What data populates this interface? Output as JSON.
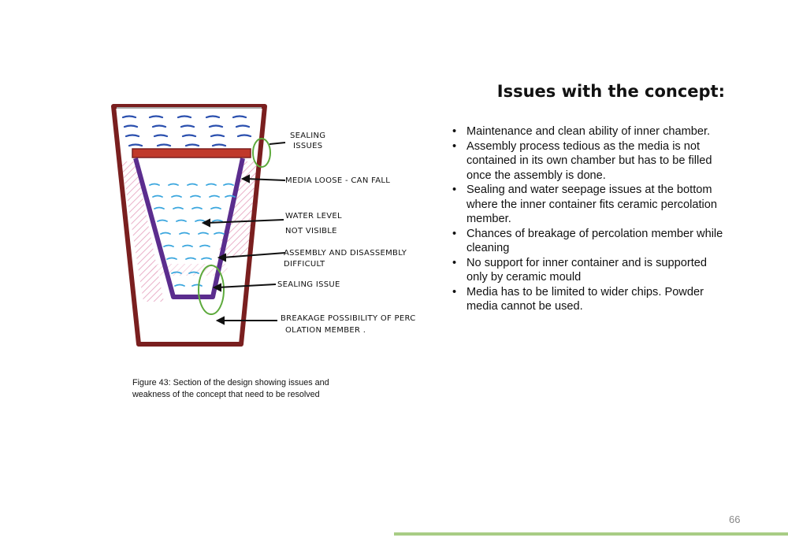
{
  "heading": "Issues with the concept:",
  "issues": [
    "Maintenance and clean ability of inner chamber.",
    "Assembly process tedious as the media is not contained in its own chamber but has to be filled once the assembly is done.",
    "Sealing and water seepage issues at the bottom where the inner container fits ceramic percolation member.",
    "Chances of breakage of percolation member while cleaning",
    "No support for inner container and is supported only by ceramic mould",
    "Media has to be limited to wider chips. Powder media cannot be used."
  ],
  "sketch_labels": {
    "sealing_issues_1": "SEALING",
    "sealing_issues_2": "ISSUES",
    "media_loose": "MEDIA LOOSE - CAN FALL",
    "water_level_1": "WATER LEVEL",
    "water_level_2": "NOT VISIBLE",
    "assembly_1": "ASSEMBLY AND DISASSEMBLY",
    "assembly_2": "DIFFICULT",
    "sealing_issue": "SEALING ISSUE",
    "breakage_1": "BREAKAGE POSSIBILITY OF PERC",
    "breakage_2": "OLATION MEMBER ."
  },
  "caption": "Figure 43: Section of the design showing issues and weakness of the concept that need to be resolved",
  "page_number": "66",
  "colors": {
    "outer_wall": "#7a1f1f",
    "inner_container": "#5b2d8e",
    "top_water": "#2a4fae",
    "inner_water": "#3aa6de",
    "seal_band": "#c0392b",
    "hatch": "#e8a9c4",
    "callout_circle": "#5daa3c",
    "footer_rule": "#a8cd85"
  }
}
